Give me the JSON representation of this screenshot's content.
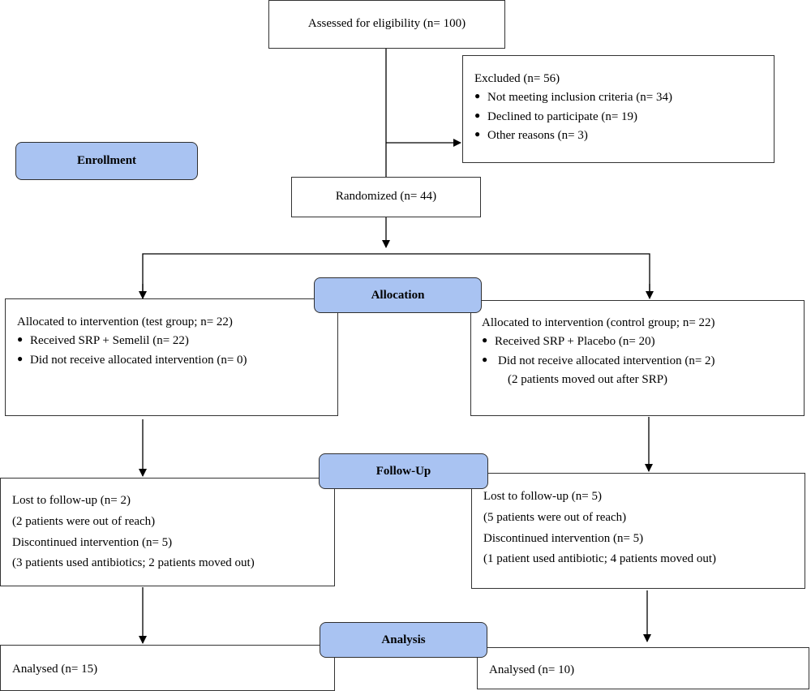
{
  "assessed": "Assessed for eligibility (n= 100)",
  "excluded": {
    "title": "Excluded (n= 56)",
    "items": [
      "Not meeting inclusion criteria (n= 34)",
      "Declined to participate (n= 19)",
      "Other reasons (n= 3)"
    ]
  },
  "randomized": "Randomized (n= 44)",
  "stages": {
    "enrollment": "Enrollment",
    "allocation": "Allocation",
    "followup": "Follow-Up",
    "analysis": "Analysis"
  },
  "allocation_test": {
    "title": "Allocated to intervention (test group; n= 22)",
    "items": [
      "Received SRP + Semelil (n= 22)",
      "Did not receive allocated intervention (n= 0)"
    ]
  },
  "allocation_control": {
    "title": "Allocated to intervention (control group; n= 22)",
    "item1": "Received SRP + Placebo (n= 20)",
    "item2": "Did not receive allocated intervention (n= 2)",
    "item2_note": "(2 patients moved out after SRP)"
  },
  "followup_test": [
    "Lost to follow-up (n= 2)",
    "(2 patients were out of reach)",
    "Discontinued intervention (n= 5)",
    "(3 patients used antibiotics; 2 patients moved out)"
  ],
  "followup_control": [
    "Lost to follow-up (n= 5)",
    "(5 patients were out of reach)",
    "Discontinued intervention (n= 5)",
    "(1 patient used antibiotic; 4 patients moved out)"
  ],
  "analysis_test": "Analysed (n= 15)",
  "analysis_control": "Analysed (n= 10)"
}
